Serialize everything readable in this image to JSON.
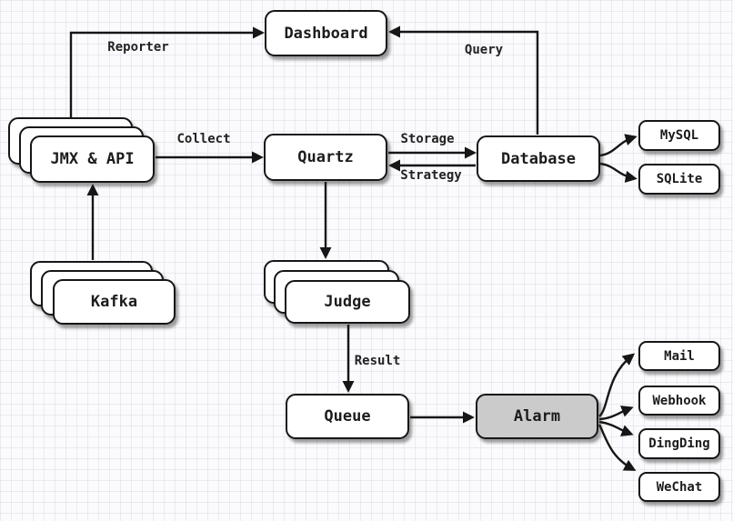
{
  "diagram_type": "architecture-flow",
  "nodes": {
    "dashboard": {
      "label": "Dashboard",
      "stacked": false
    },
    "jmx_api": {
      "label": "JMX & API",
      "stacked": true
    },
    "quartz": {
      "label": "Quartz",
      "stacked": false
    },
    "database": {
      "label": "Database",
      "stacked": false
    },
    "mysql": {
      "label": "MySQL",
      "stacked": false
    },
    "sqlite": {
      "label": "SQLite",
      "stacked": false
    },
    "kafka": {
      "label": "Kafka",
      "stacked": true
    },
    "judge": {
      "label": "Judge",
      "stacked": true
    },
    "queue": {
      "label": "Queue",
      "stacked": false
    },
    "alarm": {
      "label": "Alarm",
      "stacked": false,
      "fill": "#cbcbcb"
    },
    "mail": {
      "label": "Mail",
      "stacked": false
    },
    "webhook": {
      "label": "Webhook",
      "stacked": false
    },
    "dingding": {
      "label": "DingDing",
      "stacked": false
    },
    "wechat": {
      "label": "WeChat",
      "stacked": false
    }
  },
  "edges": [
    {
      "from": "JMX & API",
      "to": "Dashboard",
      "label": "Reporter"
    },
    {
      "from": "Database",
      "to": "Dashboard",
      "label": "Query"
    },
    {
      "from": "JMX & API",
      "to": "Quartz",
      "label": "Collect"
    },
    {
      "from": "Quartz",
      "to": "Database",
      "label": "Storage"
    },
    {
      "from": "Database",
      "to": "Quartz",
      "label": "Strategy"
    },
    {
      "from": "Judge",
      "to": "Queue",
      "label": "Result"
    },
    {
      "from": "Kafka",
      "to": "JMX & API",
      "label": ""
    },
    {
      "from": "Quartz",
      "to": "Judge",
      "label": ""
    },
    {
      "from": "Queue",
      "to": "Alarm",
      "label": ""
    },
    {
      "from": "Database",
      "to": "MySQL",
      "label": ""
    },
    {
      "from": "Database",
      "to": "SQLite",
      "label": ""
    },
    {
      "from": "Alarm",
      "to": "Mail",
      "label": ""
    },
    {
      "from": "Alarm",
      "to": "Webhook",
      "label": ""
    },
    {
      "from": "Alarm",
      "to": "DingDing",
      "label": ""
    },
    {
      "from": "Alarm",
      "to": "WeChat",
      "label": ""
    }
  ],
  "colors": {
    "background": "#fbfbfd",
    "grid_line": "#e4e4ee",
    "node_fill": "#ffffff",
    "alarm_fill": "#cbcbcb",
    "stroke": "#161616",
    "shadow": "#8f8f8f",
    "text": "#1c1c1c"
  }
}
